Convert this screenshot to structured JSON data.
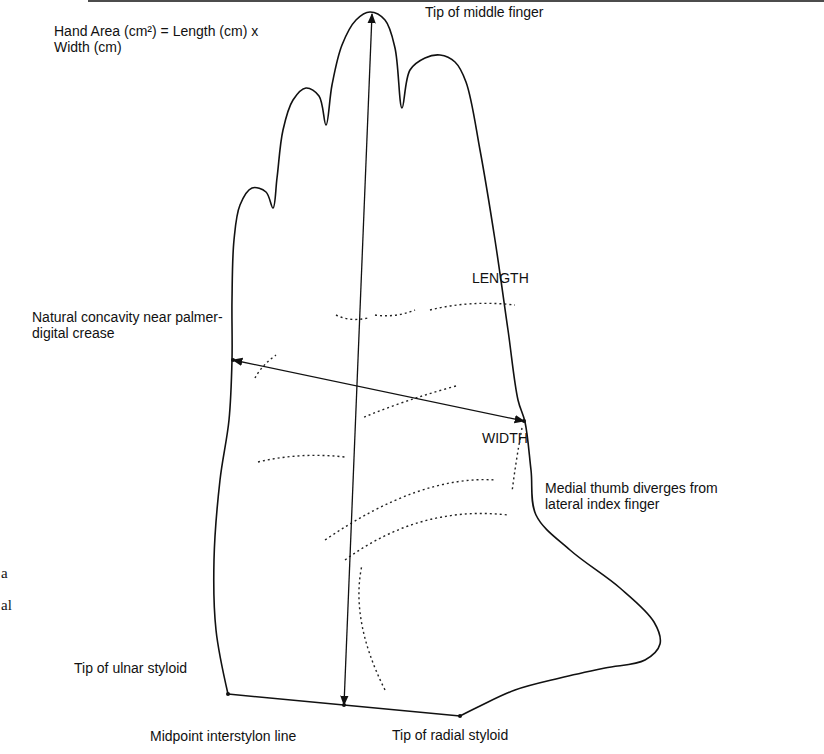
{
  "diagram": {
    "labels": [
      "Tip of middle finger",
      "Hand Area (cm²) = Length (cm) x Width (cm)",
      "LENGTH",
      "Natural concavity near palmer-digital crease",
      "WIDTH",
      "Medial thumb diverges from lateral index finger",
      "a",
      "al",
      "Tip of ulnar styloid",
      "Midpoint interstylon line",
      "Tip of radial styloid"
    ]
  }
}
